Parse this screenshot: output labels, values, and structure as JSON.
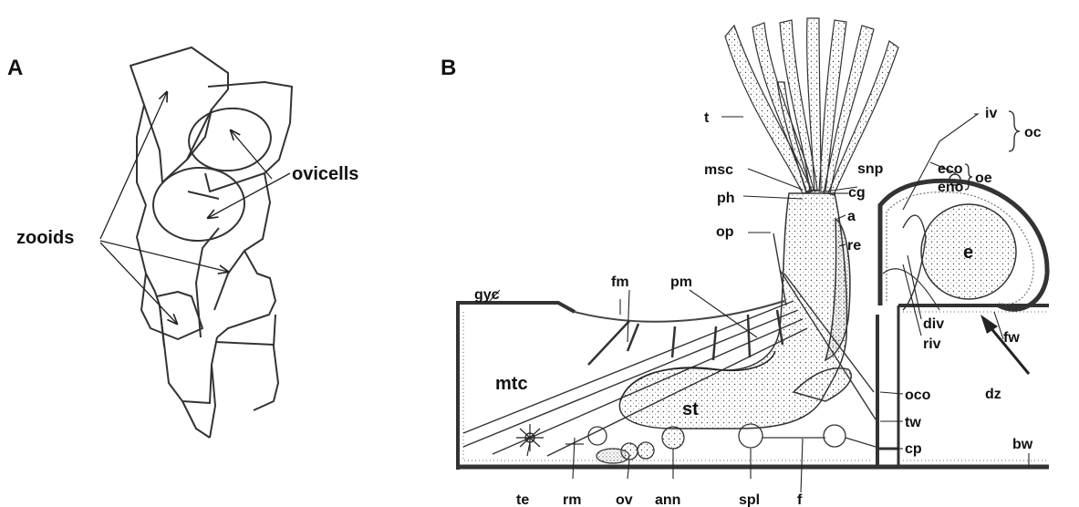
{
  "panel_a": {
    "letter": "A",
    "labels": {
      "ovicells": "ovicells",
      "zooids": "zooids"
    }
  },
  "panel_b": {
    "letter": "B",
    "labels": {
      "t": "t",
      "iv": "iv",
      "oc": "oc",
      "eco": "eco",
      "oe": "oe",
      "eno": "eno",
      "msc": "msc",
      "snp": "snp",
      "ph": "ph",
      "cg": "cg",
      "a": "a",
      "op": "op",
      "re": "re",
      "e": "e",
      "gyc": "gyc",
      "fm": "fm",
      "pm": "pm",
      "div": "div",
      "riv": "riv",
      "fw": "fw",
      "mtc": "mtc",
      "st": "st",
      "oco": "oco",
      "dz": "dz",
      "tw": "tw",
      "bw": "bw",
      "cp": "cp",
      "te": "te",
      "rm": "rm",
      "ov": "ov",
      "ann": "ann",
      "spl": "spl",
      "f": "f"
    }
  }
}
